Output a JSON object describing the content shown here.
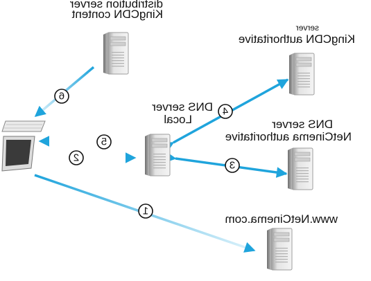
{
  "nodes": {
    "content_server": {
      "line1": "KingCDN content",
      "line2": "distribution server"
    },
    "cdn_auth": {
      "line1": "KingCDN authoritative",
      "line2": "server"
    },
    "local_dns": {
      "line1": "Local",
      "line2": "DNS server"
    },
    "netcinema_auth": {
      "line1": "NetCinema authoritative",
      "line2": "DNS server"
    },
    "web_server": {
      "line1": "www.NetCinema.com"
    }
  },
  "steps": [
    "1",
    "2",
    "3",
    "4",
    "5",
    "6"
  ],
  "colors": {
    "arrow_dark": "#1fa4dc",
    "arrow_light": "#dff3fb",
    "server_light": "#f2f2f2",
    "server_dark": "#8c8c8c",
    "monitor": "#3a3a3a"
  },
  "icons": {
    "server": "server-tower-icon",
    "client": "computer-icon"
  }
}
